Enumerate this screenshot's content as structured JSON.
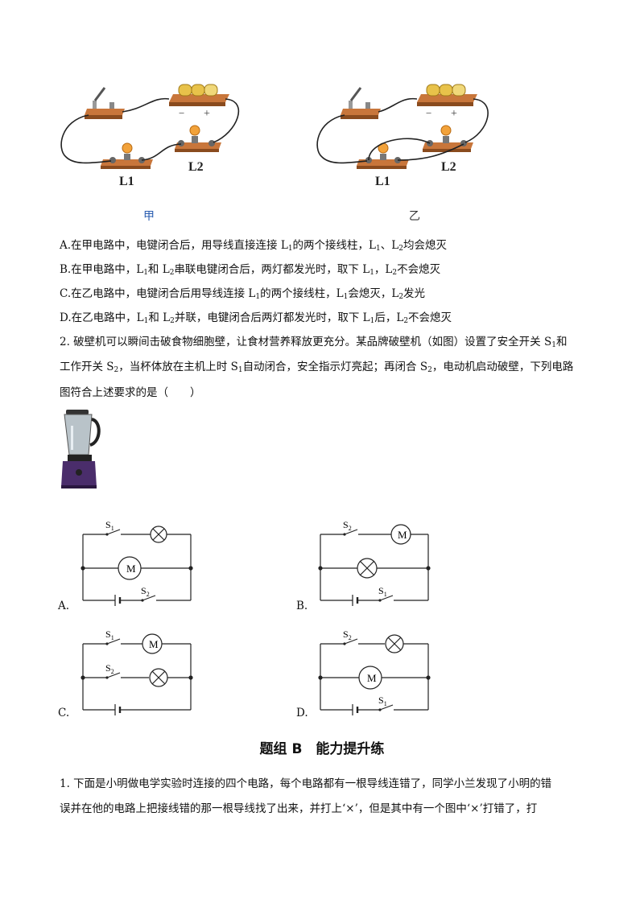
{
  "figure1": {
    "label_left": "甲",
    "label_right": "乙",
    "lamp1": "L1",
    "lamp2": "L2",
    "minus": "−",
    "plus": "+"
  },
  "q1": {
    "options": [
      {
        "letter": "A.",
        "p1": "在甲电路中，电键闭合后，用导线直接连接 L",
        "s1": "1",
        "p2": "的两个接线柱，L",
        "s2": "1",
        "p3": "、L",
        "s3": "2",
        "p4": "均会熄灭"
      },
      {
        "letter": "B.",
        "p1": "在甲电路中，L",
        "s1": "1",
        "p2": "和 L",
        "s2": "2",
        "p3": "串联电键闭合后，两灯都发光时，取下 L",
        "s3": "1",
        "p4": "，L",
        "s4": "2",
        "p5": "不会熄灭"
      },
      {
        "letter": "C.",
        "p1": "在乙电路中，电键闭合后用导线连接 L",
        "s1": "1",
        "p2": "的两个接线柱，L",
        "s2": "1",
        "p3": "会熄灭，L",
        "s3": "2",
        "p4": "发光"
      },
      {
        "letter": "D.",
        "p1": "在乙电路中，L",
        "s1": "1",
        "p2": "和 L",
        "s2": "2",
        "p3": "并联，电键闭合后两灯都发光时，取下 L",
        "s3": "1",
        "p4": "后，L",
        "s4": "2",
        "p5": "不会熄灭"
      }
    ]
  },
  "q2": {
    "line1_a": "2. 破壁机可以瞬间击破食物细胞壁，让食材营养释放更充分。某品牌破壁机（如图）设置了安全开关 S",
    "line1_sub": "1",
    "line1_b": "和",
    "line2_a": "工作开关 S",
    "line2_sub1": "2",
    "line2_b": "，当杯体放在主机上时 S",
    "line2_sub2": "1",
    "line2_c": "自动闭合，安全指示灯亮起；再闭合 S",
    "line2_sub3": "2",
    "line2_d": "，电动机启动破壁，下列电路",
    "line3": "图符合上述要求的是（　　）",
    "option_letters": [
      "A.",
      "B.",
      "C.",
      "D."
    ],
    "switch_s": "S",
    "sub1": "1",
    "sub2": "2",
    "motor": "M"
  },
  "section_heading": "题组 B　能力提升练",
  "q3": {
    "line1": "1.  下面是小明做电学实验时连接的四个电路，每个电路都有一根导线连错了，同学小兰发现了小明的错",
    "line2": "误并在他的电路上把接线错的那一根导线找了出来，并打上‘×’，但是其中有一个图中‘×’打错了，打"
  }
}
